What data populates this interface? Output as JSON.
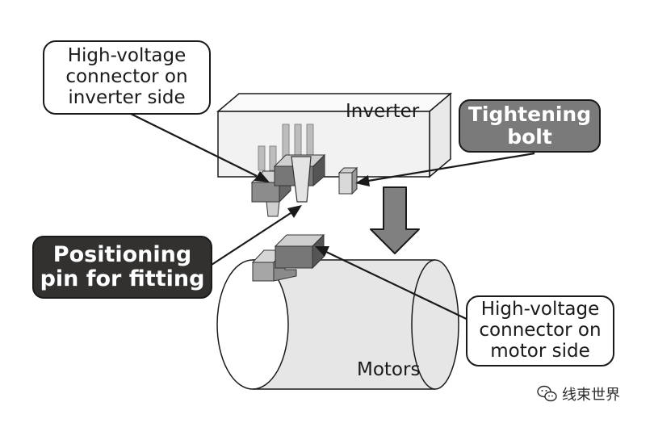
{
  "labels": {
    "inverter": "Inverter",
    "motors": "Motors"
  },
  "callouts": {
    "inverter_connector": "High-voltage\nconnector on\ninverter side",
    "tightening_bolt": "Tightening\nbolt",
    "positioning_pin": "Positioning\npin for fitting",
    "motor_connector": "High-voltage\nconnector on\nmotor side"
  },
  "watermark": {
    "icon": "wechat-icon",
    "text": "线束世界"
  },
  "colors": {
    "outline": "#1a1a1a",
    "inverter_body": "#f2f2f2",
    "connector_dark": "#6e6e6e",
    "connector_mid": "#a6a6a6",
    "connector_light": "#d6d6d6",
    "callout_gray": "#7a7a7a",
    "callout_dark": "#333130",
    "motor_body": "#e6e6e6"
  }
}
